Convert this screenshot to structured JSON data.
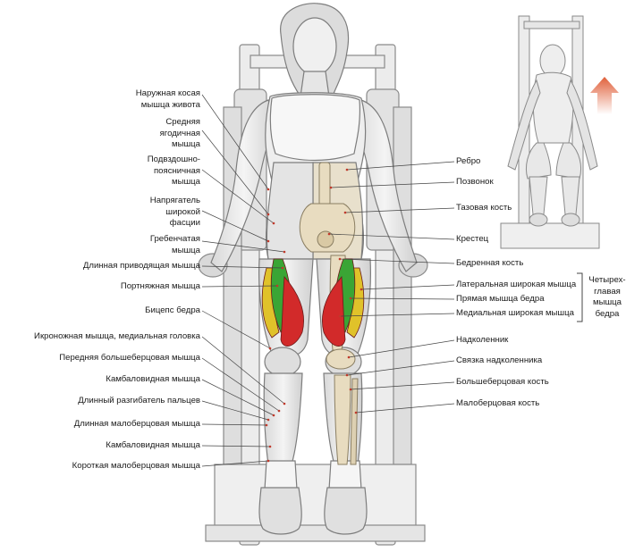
{
  "labels_left": [
    {
      "id": "l1",
      "text": "Наружная косая\nмышца живота"
    },
    {
      "id": "l2",
      "text": "Средняя\nягодичная\nмышца"
    },
    {
      "id": "l3",
      "text": "Подвздошно-\nпоясничная\nмышца"
    },
    {
      "id": "l4",
      "text": "Напрягатель\nширокой\nфасции"
    },
    {
      "id": "l5",
      "text": "Гребенчатая\nмышца"
    },
    {
      "id": "l6",
      "text": "Длинная приводящая мышца"
    },
    {
      "id": "l7",
      "text": "Портняжная мышца"
    },
    {
      "id": "l8",
      "text": "Бицепс бедра"
    },
    {
      "id": "l9",
      "text": "Икроножная мышца, медиальная головка"
    },
    {
      "id": "l10",
      "text": "Передняя большеберцовая мышца"
    },
    {
      "id": "l11",
      "text": "Камбаловидная мышца"
    },
    {
      "id": "l12",
      "text": "Длинный разгибатель пальцев"
    },
    {
      "id": "l13",
      "text": "Длинная малоберцовая мышца"
    },
    {
      "id": "l14",
      "text": "Камбаловидная мышца"
    },
    {
      "id": "l15",
      "text": "Короткая малоберцовая мышца"
    }
  ],
  "labels_right": [
    {
      "id": "r1",
      "text": "Ребро"
    },
    {
      "id": "r2",
      "text": "Позвонок"
    },
    {
      "id": "r3",
      "text": "Тазовая кость"
    },
    {
      "id": "r4",
      "text": "Крестец"
    },
    {
      "id": "r5",
      "text": "Бедренная кость"
    },
    {
      "id": "r6",
      "text": "Латеральная широкая мышца"
    },
    {
      "id": "r7",
      "text": "Прямая мышца бедра"
    },
    {
      "id": "r8",
      "text": "Медиальная широкая мышца"
    },
    {
      "id": "r9",
      "text": "Надколенник"
    },
    {
      "id": "r10",
      "text": "Связка надколенника"
    },
    {
      "id": "r11",
      "text": "Большеберцовая кость"
    },
    {
      "id": "r12",
      "text": "Малоберцовая кость"
    }
  ],
  "group_label": "Четырех-\nглавая\nмышца\nбедра",
  "colors": {
    "rectus_femoris": "#3aa535",
    "vastus_lateralis": "#e0c22a",
    "vastus_medialis": "#d22a2a",
    "bone": "#e8dcc0",
    "arrow": "#e0603a",
    "outline": "#7d7d7d",
    "leader": "#444444"
  }
}
